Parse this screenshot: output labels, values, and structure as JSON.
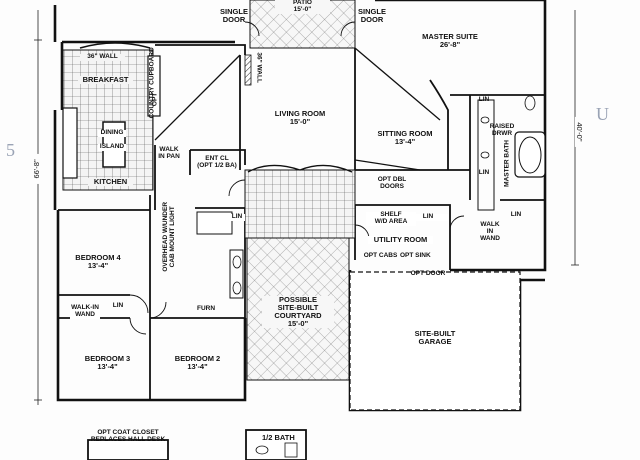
{
  "labels": {
    "single_door_left": [
      "SINGLE",
      "DOOR"
    ],
    "single_door_right": [
      "SINGLE",
      "DOOR"
    ],
    "patio": [
      "PATIO",
      "15'-0\""
    ],
    "master_suite": [
      "MASTER SUITE",
      "26'-8\""
    ],
    "wall_36_left": "36\" WALL",
    "breakfast": "BREAKFAST",
    "country_cupboard": "COUNTRY CUPBOARD",
    "opt_cupboard": "OPT",
    "wall_36_center": "36\" WALL",
    "living_room": [
      "LIVING ROOM",
      "15'-0\""
    ],
    "sitting_room": [
      "SITTING ROOM",
      "13'-4\""
    ],
    "dining": "DINING",
    "island": "ISLAND",
    "kitchen": "KITCHEN",
    "walk_in_pan": [
      "WALK",
      "IN PAN"
    ],
    "ent_cl": [
      "ENT CL",
      "(OPT 1/2 BA)"
    ],
    "opt_dbl_doors": [
      "OPT DBL",
      "DOORS"
    ],
    "lin": "LIN",
    "raised_drwr": [
      "RAISED",
      "DRWR"
    ],
    "master_bath": "MASTER BATH",
    "walk_in_wand": [
      "WALK",
      "IN",
      "WAND"
    ],
    "overhead_wunder": [
      "OVERHEAD W/UNDER",
      "CAB MOUNT LIGHT"
    ],
    "bedroom_4": [
      "BEDROOM 4",
      "13'-4\""
    ],
    "shelf": "SHELF",
    "wd_area": "W/D AREA",
    "utility_room": "UTILITY ROOM",
    "opt_cabs": "OPT CABS",
    "opt_sink": "OPT SINK",
    "opt_door": "OPT DOOR",
    "courtyard": [
      "POSSIBLE",
      "SITE-BUILT",
      "COURTYARD",
      "15'-0\""
    ],
    "garage": [
      "SITE-BUILT",
      "GARAGE"
    ],
    "walk_in_wand_short": [
      "WALK-IN",
      "WAND"
    ],
    "furn": "FURN",
    "bedroom_3": [
      "BEDROOM 3",
      "13'-4\""
    ],
    "bedroom_2": [
      "BEDROOM 2",
      "13'-4\""
    ],
    "opt_coat_closet": [
      "OPT COAT CLOSET",
      "REPLACES HALL DESK"
    ],
    "half_bath": "1/2 BATH"
  },
  "dimensions": {
    "left": "66'-8\"",
    "right": "40'-0\""
  },
  "handwritten": {
    "left": "5",
    "right": "U"
  }
}
